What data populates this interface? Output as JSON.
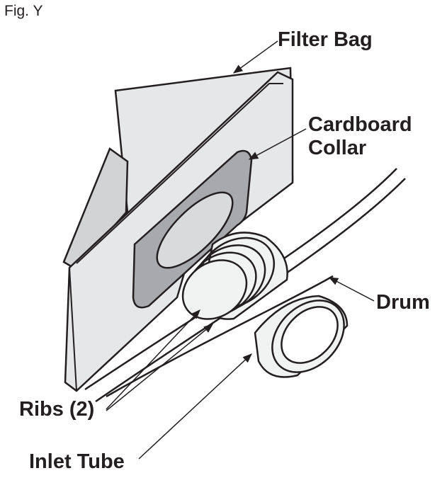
{
  "figure": {
    "label": "Fig. Y"
  },
  "callouts": {
    "filter_bag": "Filter Bag",
    "cardboard_collar_line1": "Cardboard",
    "cardboard_collar_line2": "Collar",
    "drum": "Drum",
    "ribs": "Ribs (2)",
    "inlet_tube": "Inlet Tube"
  },
  "colors": {
    "ink": "#231f20",
    "bag_fill": "#e6e7e8",
    "bag_shade": "#d1d3d4",
    "collar_fill": "#a7a9ac",
    "collar_hole": "#d9dadb",
    "tube_fill": "#f1f2f2",
    "background": "#ffffff"
  }
}
